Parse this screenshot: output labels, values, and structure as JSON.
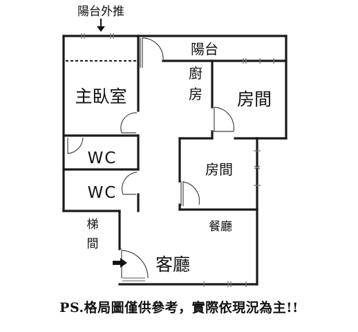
{
  "labels": {
    "balcony_push_out": "陽台外推",
    "balcony": "陽台",
    "kitchen_1": "廚",
    "kitchen_2": "房",
    "bedroom_right": "房間",
    "master_bedroom": "主臥室",
    "wc_upper": "WC",
    "bedroom_mid": "房間",
    "wc_lower": "WC",
    "stairs_1": "梯",
    "stairs_2": "間",
    "dining": "餐廳",
    "living": "客廳"
  },
  "icons": {
    "push_out_marker": "arrow-down-icon",
    "entrance_marker": "arrow-right-icon"
  },
  "note": "PS.格局圖僅供參考，實際依現況為主!!"
}
